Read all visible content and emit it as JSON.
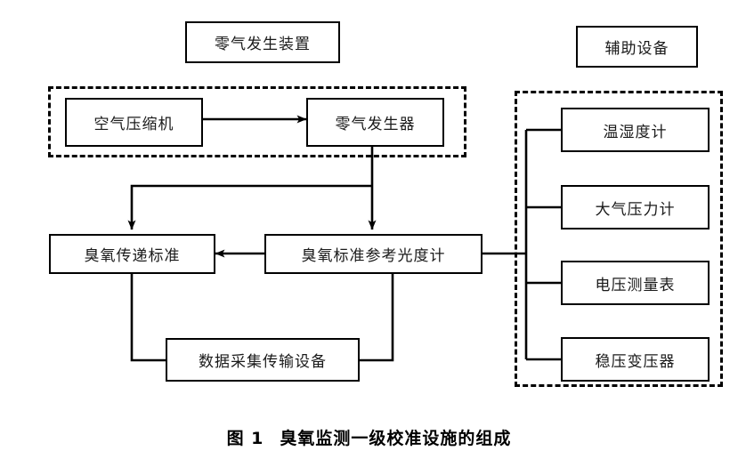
{
  "figure": {
    "caption_label": "图 1",
    "caption_title": "臭氧监测一级校准设施的组成"
  },
  "groups": [
    {
      "id": "zero-air-generation",
      "label": "零气发生装置",
      "region": "dashed"
    },
    {
      "id": "auxiliary-equipment",
      "label": "辅助设备",
      "region": "dashed"
    }
  ],
  "nodes": [
    {
      "id": "air-compressor",
      "label": "空气压缩机"
    },
    {
      "id": "zero-air-generator",
      "label": "零气发生器"
    },
    {
      "id": "ozone-transfer-standard",
      "label": "臭氧传递标准"
    },
    {
      "id": "ozone-reference-photometer",
      "label": "臭氧标准参考光度计"
    },
    {
      "id": "data-acquisition-transmission",
      "label": "数据采集传输设备"
    },
    {
      "id": "thermo-hygrometer",
      "label": "温湿度计"
    },
    {
      "id": "barometer",
      "label": "大气压力计"
    },
    {
      "id": "voltmeter",
      "label": "电压测量表"
    },
    {
      "id": "voltage-stabilizer",
      "label": "稳压变压器"
    }
  ],
  "edges": [
    {
      "from": "air-compressor",
      "to": "zero-air-generator",
      "arrow": true
    },
    {
      "from": "zero-air-generator",
      "to": "ozone-transfer-standard",
      "arrow": true
    },
    {
      "from": "zero-air-generator",
      "to": "ozone-reference-photometer",
      "arrow": true
    },
    {
      "from": "ozone-reference-photometer",
      "to": "ozone-transfer-standard",
      "arrow": true
    },
    {
      "from": "ozone-transfer-standard",
      "to": "data-acquisition-transmission",
      "arrow": false
    },
    {
      "from": "ozone-reference-photometer",
      "to": "data-acquisition-transmission",
      "arrow": false
    },
    {
      "from": "ozone-reference-photometer",
      "to": "thermo-hygrometer",
      "arrow": false
    },
    {
      "from": "ozone-reference-photometer",
      "to": "barometer",
      "arrow": false
    },
    {
      "from": "ozone-reference-photometer",
      "to": "voltmeter",
      "arrow": false
    },
    {
      "from": "ozone-reference-photometer",
      "to": "voltage-stabilizer",
      "arrow": false
    }
  ],
  "colors": {
    "stroke": "#000000",
    "text": "#1a1a1a",
    "background": "#ffffff"
  }
}
